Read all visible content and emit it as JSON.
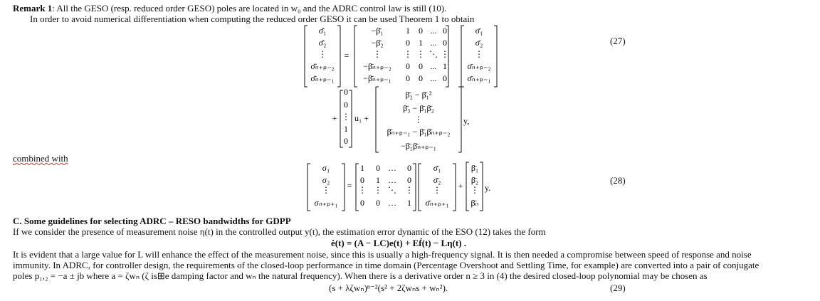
{
  "remark": {
    "label": "Remark 1",
    "text": ": All the GESO (resp. reduced order GESO) poles are located in w₀ and the ADRC control law is still (10).",
    "line2": "In order to avoid numerical differentiation when computing the reduced order GESO it can be used Theorem 1 to obtain"
  },
  "eq27": {
    "number": "(27)",
    "lhs": [
      "σ̇̄₁",
      "σ̇̄₂",
      "⋮",
      "σ̇̄ₙ₊ₚ₋₂",
      "σ̇̄ₙ₊ₚ₋₁"
    ],
    "beta_col": [
      "−β̄₁",
      "−β̄₂",
      "⋮",
      "−β̄ₙ₊ₚ₋₂",
      "−β̄ₙ₊ₚ₋₁"
    ],
    "shift_rows": [
      [
        "1",
        "0",
        "...",
        "0"
      ],
      [
        "0",
        "1",
        "...",
        "0"
      ],
      [
        "⋮",
        "⋮",
        "⋱",
        "⋮"
      ],
      [
        "0",
        "0",
        "...",
        "1"
      ],
      [
        "0",
        "0",
        "...",
        "0"
      ]
    ],
    "rhs_vec": [
      "σ̄₁",
      "σ̄₂",
      "⋮",
      "σ̄ₙ₊ₚ₋₂",
      "σ̄ₙ₊ₚ₋₁"
    ],
    "u_vec": [
      "0",
      "0",
      "⋮",
      "1",
      "0"
    ],
    "u_label": "u₁ +",
    "y_vec": [
      "β̄₂ − β̄₁²",
      "β̄₃ − β̄₁β̄₂",
      "⋮",
      "β̄ₙ₊ₚ₋₁ − β̄₁β̄ₙ₊ₚ₋₂",
      "−β̄₁β̄ₙ₊ₚ₋₁"
    ],
    "y_label": "y,"
  },
  "combined": "combined with",
  "eq28": {
    "number": "(28)",
    "lhs": [
      "σ₁",
      "σ₂",
      "⋮",
      "σₙ₊ₚ₊₁"
    ],
    "id_rows": [
      [
        "1",
        "0",
        "…",
        "0"
      ],
      [
        "0",
        "1",
        "…",
        "0"
      ],
      [
        "⋮",
        "⋮",
        "⋱",
        "⋮"
      ],
      [
        "0",
        "0",
        "…",
        "1"
      ]
    ],
    "sig_vec": [
      "σ̄₁",
      "σ̄₂",
      "⋮",
      "σ̄ₙ₊ₚ₊₁"
    ],
    "beta_vec": [
      "β̄₁",
      "β̄₂",
      "⋮",
      "β̄ₙ"
    ],
    "y_label": "y."
  },
  "section": {
    "heading": "C. Some guidelines for selecting ADRC – RESO bandwidths for GDPP",
    "p1": "If we consider the presence of measurement noise η(t) in the controlled output y(t), the estimation error dynamic of the ESO (12) takes the form",
    "eq_err": "ė(t) = (A − LC)e(t) + Eḟ(t) − Lη(t) .",
    "p2a": "It is evident that a large value for L will enhance the effect of the measurement noise, since this is usually a high-frequency signal. It is then needed a compromise between speed of response and noise",
    "p2b": "immunity. In ADRC, for controller design, the requirements of the closed-loop performance in time domain (Percentage Overshoot and Settling Time, for example) are converted into a pair of conjugate",
    "p2c": "poles p₁,₂ = −a ± jb where a = ζwₙ (ζ is⊞e damping factor and wₙ the natural frequency). When there is a derivative order n ≥ 3 in (4) the desired closed-loop polynomial may be chosen as",
    "eq29": "(s + λζwₙ)ⁿ⁻²(s² + 2ζwₙs + wₙ²).",
    "eq29_number": "(29)"
  }
}
